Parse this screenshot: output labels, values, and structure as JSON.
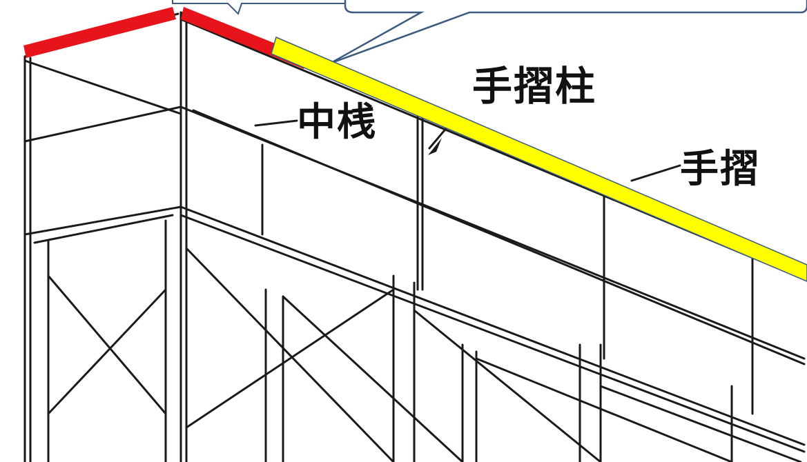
{
  "labels": {
    "handrail_post": "手摺柱",
    "mid_rail": "中桟",
    "handrail": "手摺"
  },
  "colors": {
    "background": "#ffffff",
    "line": "#1a1a1a",
    "red_highlight": "#e8141b",
    "yellow_highlight": "#ffff00",
    "callout_border": "#3b5a80",
    "callout_fill": "#ffffff"
  },
  "icons": [
    "arrow-icon"
  ]
}
